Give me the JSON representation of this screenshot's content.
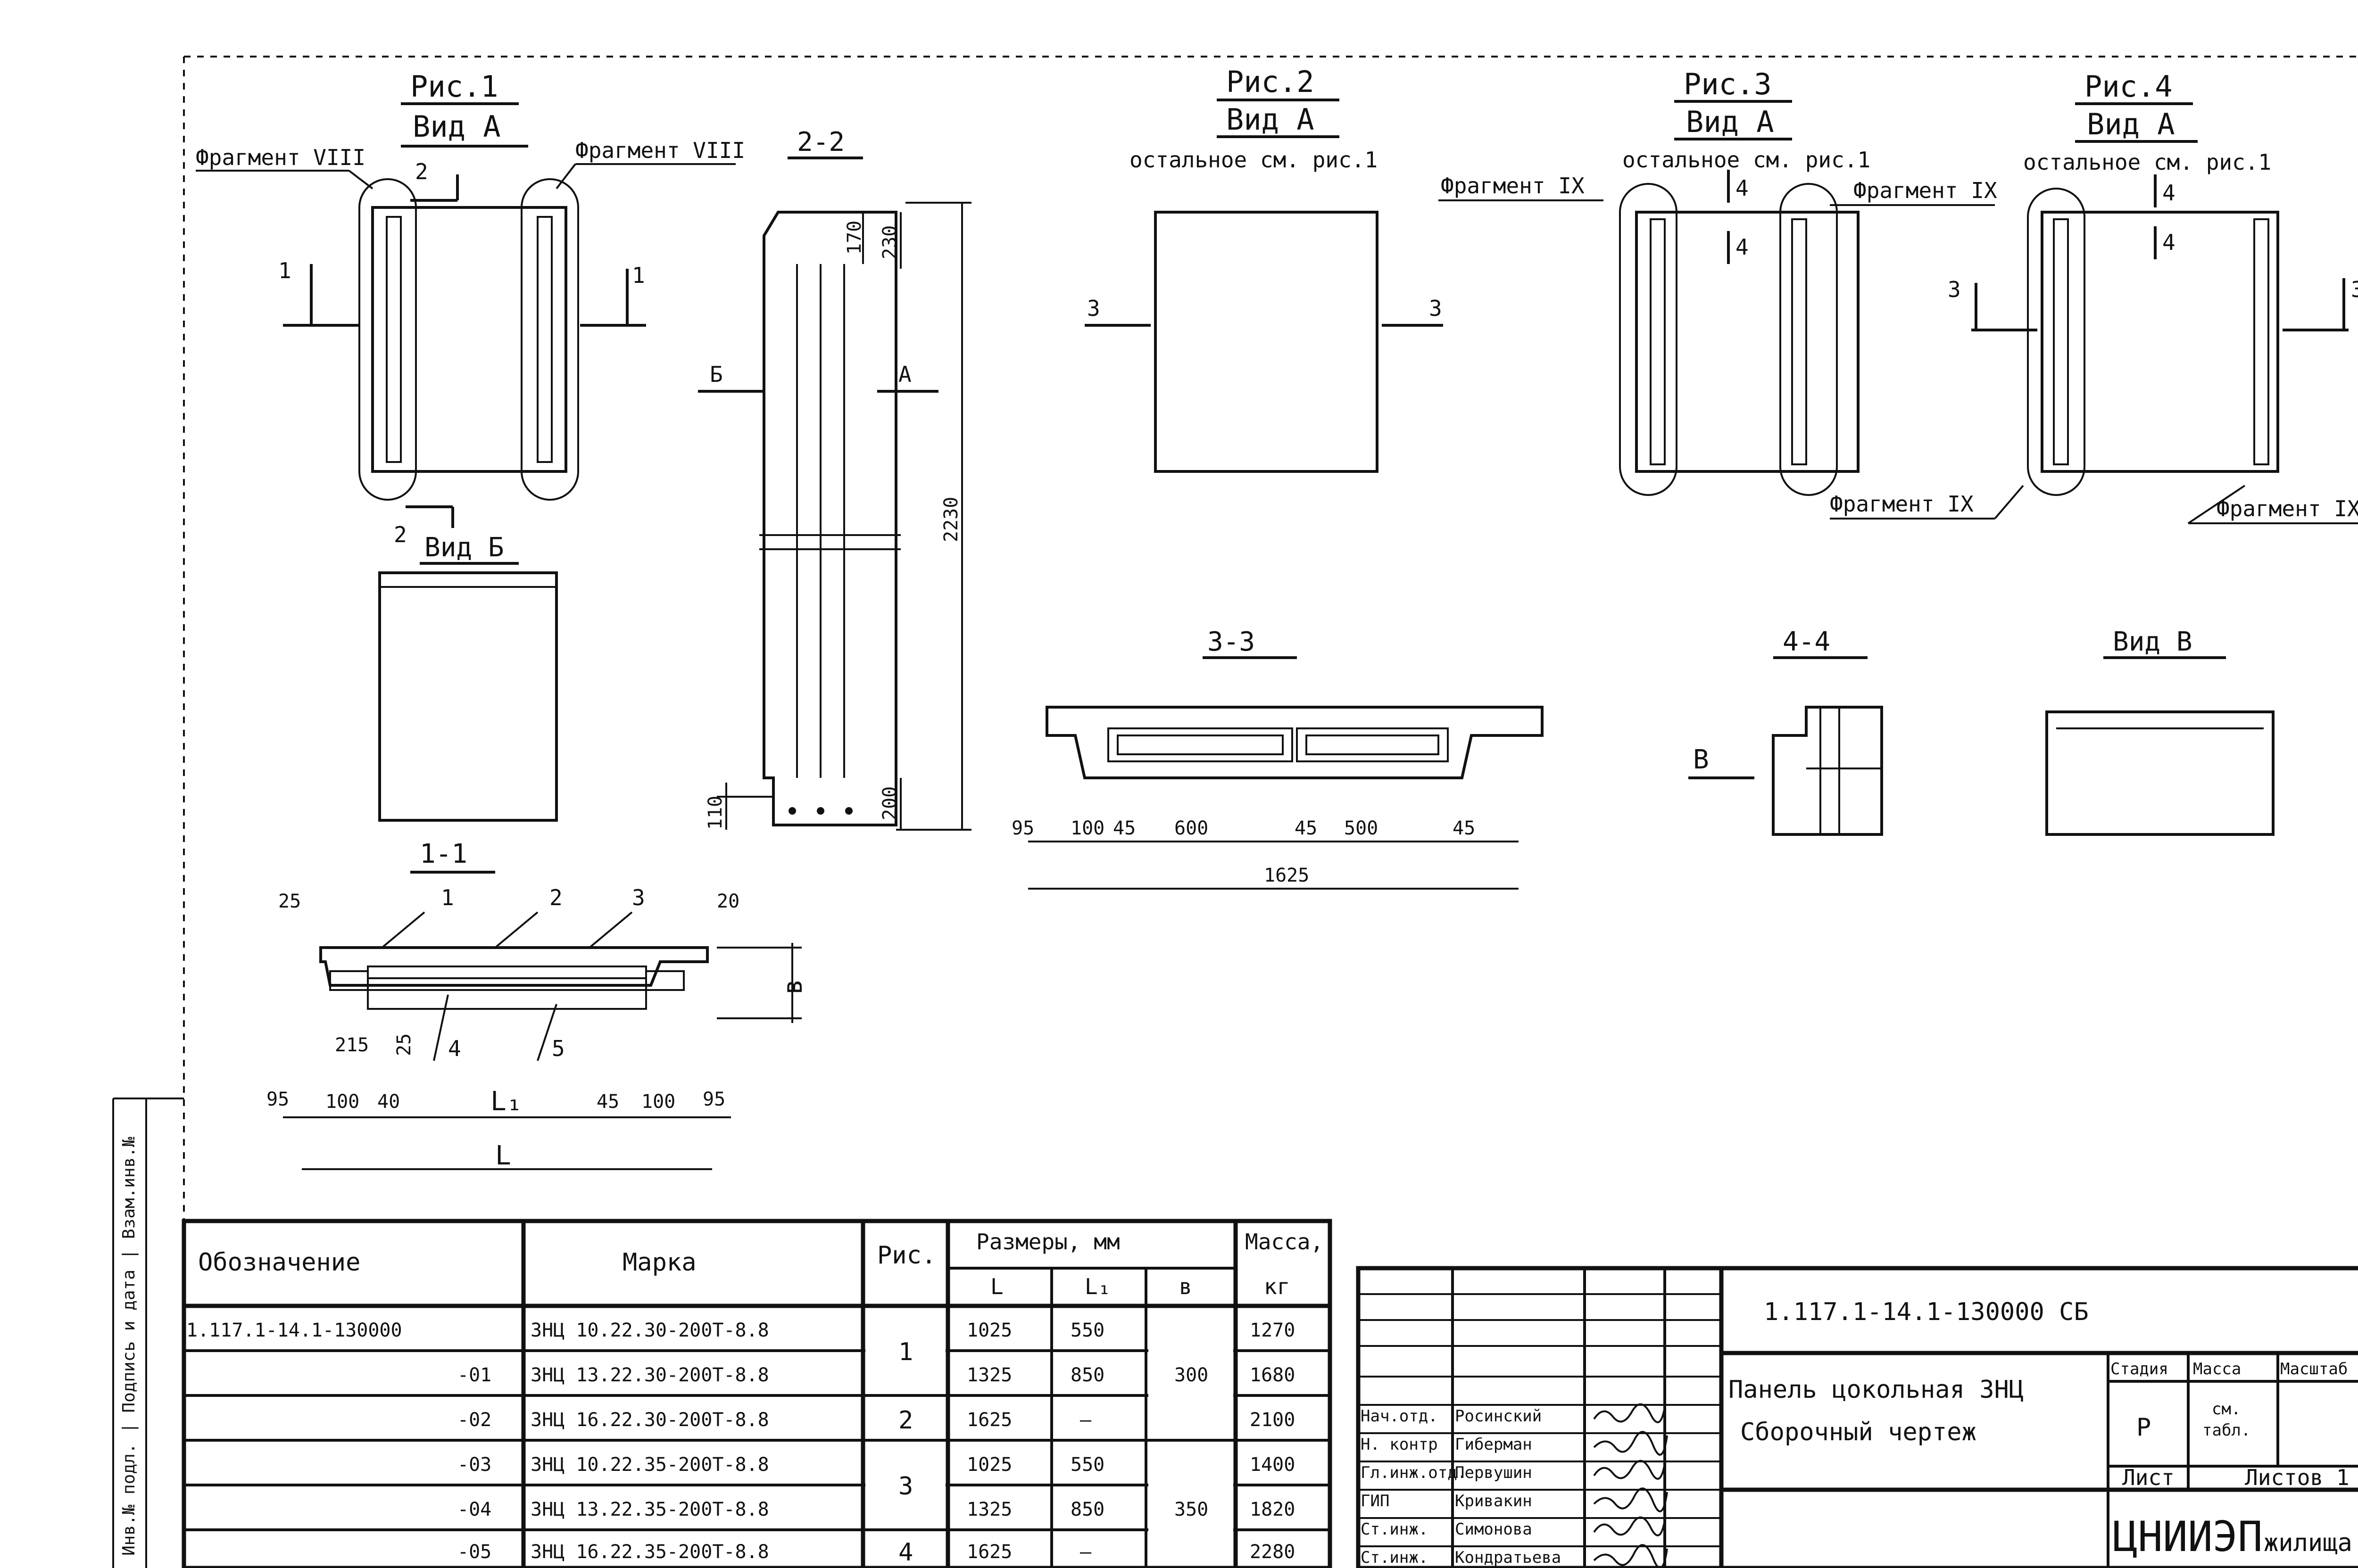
{
  "figures": {
    "fig1": {
      "title": "Рис.1",
      "view": "Вид А",
      "frag_left": "Фрагмент VIII",
      "frag_right": "Фрагмент VIII"
    },
    "fig2": {
      "title": "Рис.2",
      "view": "Вид А",
      "note": "остальное см. рис.1"
    },
    "fig3": {
      "title": "Рис.3",
      "view": "Вид А",
      "note": "остальное см. рис.1",
      "frag_top_left": "Фрагмент IX",
      "frag_top_right": "Фрагмент IX",
      "frag_bottom": "Фрагмент IX"
    },
    "fig4": {
      "title": "Рис.4",
      "view": "Вид А",
      "note": "остальное см. рис.1",
      "frag_bottom": "Фрагмент IX"
    },
    "section_2_2": "2-2",
    "section_1_1": "1-1",
    "section_3_3": "3-3",
    "section_4_4": "4-4",
    "view_b": "Вид Б",
    "view_v": "Вид В"
  },
  "marks": {
    "one": "1",
    "two": "2",
    "three": "3",
    "four": "4",
    "five": "5",
    "b_cyr": "Б",
    "a_cyr": "А",
    "v_cyr": "В",
    "L": "L",
    "L1": "L₁",
    "b": "в"
  },
  "dims": {
    "d170": "170",
    "d230": "230",
    "d2230": "2230",
    "d200": "200",
    "d110": "110",
    "d95": "95",
    "d100": "100",
    "d45": "45",
    "d600": "600",
    "d500": "500",
    "d1625": "1625",
    "d25": "25",
    "d20": "20",
    "d215": "215",
    "d40": "40"
  },
  "table": {
    "headers": {
      "designation": "Обозначение",
      "mark": "Марка",
      "fig": "Рис.",
      "sizes": "Размеры, мм",
      "mass": "Масса,",
      "mass_unit": "кг",
      "L": "L",
      "L1": "L₁",
      "b": "в"
    },
    "rows": [
      {
        "designation": "1.117.1-14.1-130000",
        "mark": "3НЦ 10.22.30-200Т-8.8",
        "L": "1025",
        "L1": "550",
        "mass": "1270"
      },
      {
        "designation": "-01",
        "mark": "3НЦ 13.22.30-200Т-8.8",
        "L": "1325",
        "L1": "850",
        "mass": "1680"
      },
      {
        "designation": "-02",
        "mark": "3НЦ 16.22.30-200Т-8.8",
        "L": "1625",
        "L1": "—",
        "mass": "2100"
      },
      {
        "designation": "-03",
        "mark": "3НЦ 10.22.35-200Т-8.8",
        "L": "1025",
        "L1": "550",
        "mass": "1400"
      },
      {
        "designation": "-04",
        "mark": "3НЦ 13.22.35-200Т-8.8",
        "L": "1325",
        "L1": "850",
        "mass": "1820"
      },
      {
        "designation": "-05",
        "mark": "3НЦ 16.22.35-200Т-8.8",
        "L": "1625",
        "L1": "—",
        "mass": "2280"
      }
    ],
    "fig_groups": [
      "1",
      "2",
      "3",
      "4"
    ],
    "b_groups": [
      "300",
      "350"
    ]
  },
  "stamp": {
    "code": "1.117.1-14.1-130000   СБ",
    "title_line1": "Панель цокольная 3НЦ",
    "title_line2": "Сборочный   чертеж",
    "stage_label": "Стадия",
    "mass_label": "Масса",
    "scale_label": "Масштаб",
    "stage_value": "Р",
    "mass_value1": "см.",
    "mass_value2": "табл.",
    "sheet_label": "Лист",
    "sheets_label": "Листов 1",
    "org": "ЦНИИЭП",
    "org_suffix": "жилища",
    "signers": [
      {
        "role": "Нач.отд.",
        "name": "Росинский"
      },
      {
        "role": "Н. контр",
        "name": "Гиберман"
      },
      {
        "role": "Гл.инж.отд.",
        "name": "Первушин"
      },
      {
        "role": "ГИП",
        "name": "Кривакин"
      },
      {
        "role": "Ст.инж.",
        "name": "Симонова"
      },
      {
        "role": "Ст.инж.",
        "name": "Кондратьева"
      }
    ],
    "side_strip": "Инв.№ подл. | Подпись и дата | Взам.инв.№"
  }
}
